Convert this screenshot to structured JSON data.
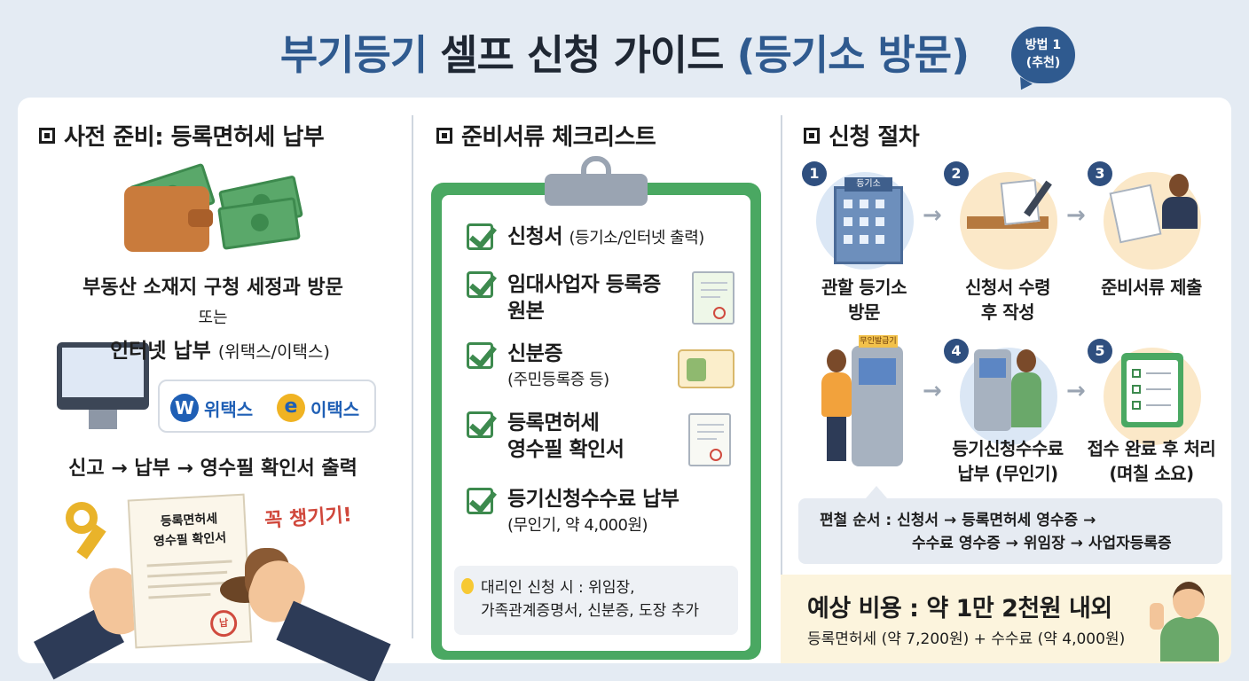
{
  "title": {
    "part1": "부기등기",
    "part2": "셀프 신청 가이드",
    "part3": "(등기소 방문)"
  },
  "badge": {
    "line1": "방법 1",
    "line2": "(추천)"
  },
  "left": {
    "heading": "사전 준비: 등록면허세 납부",
    "visit": "부동산 소재지 구청 세정과 방문",
    "or": "또는",
    "online_main": "인터넷 납부",
    "online_sub": "(위택스/이택스)",
    "wetax": "위택스",
    "etax": "이택스",
    "flow": "신고 → 납부 → 영수필 확인서 출력",
    "paper_line1": "등록면허세",
    "paper_line2": "영수필 확인서",
    "seal_text": "납",
    "must": "꼭 챙기기!"
  },
  "middle": {
    "heading": "준비서류 체크리스트",
    "items": [
      {
        "main": "신청서",
        "sub": "(등기소/인터넷 출력)"
      },
      {
        "main": "임대사업자 등록증",
        "main2": "원본"
      },
      {
        "main": "신분증",
        "sub": "(주민등록증 등)"
      },
      {
        "main": "등록면허세",
        "main2": "영수필 확인서"
      },
      {
        "main": "등기신청수수료 납부",
        "sub": "(무인기, 약 4,000원)"
      }
    ],
    "tip_line1": "대리인 신청 시 : 위임장,",
    "tip_line2": "가족관계증명서, 신분증, 도장 추가"
  },
  "right": {
    "heading": "신청 절차",
    "steps": [
      {
        "num": "1",
        "line1": "관할 등기소",
        "line2": "방문"
      },
      {
        "num": "2",
        "line1": "신청서 수령",
        "line2": "후 작성"
      },
      {
        "num": "3",
        "line1": "준비서류 제출",
        "line2": ""
      },
      {
        "num": "4",
        "line1": "등기신청수수료",
        "line2": "납부 (무인기)"
      },
      {
        "num": "5",
        "line1": "접수 완료 후 처리",
        "line2": "(며칠 소요)"
      }
    ],
    "building_sign": "등기소",
    "kiosk_sign": "무인발급기",
    "order_line1": "편철 순서 : 신청서 → 등록면허세 영수증 →",
    "order_line2": "수수료 영수증 → 위임장 → 사업자등록증",
    "cost_main": "예상 비용 : 약 1만 2천원 내외",
    "cost_sub": "등록면허세 (약 7,200원) + 수수료 (약 4,000원)"
  },
  "colors": {
    "title_blue": "#2f5a8f",
    "check_green": "#4aa862",
    "must_red": "#d0473b",
    "cost_bg": "#fcf4dd"
  }
}
